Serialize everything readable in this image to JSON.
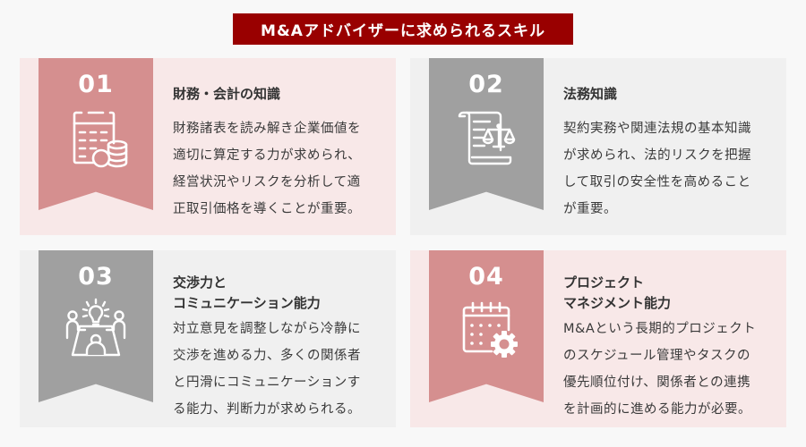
{
  "title": "M&Aアドバイザーに求められるスキル",
  "colors": {
    "title_bg": "#990000",
    "pink_card_bg": "#f8e8e8",
    "gray_card_bg": "#f0f0f0",
    "pink_banner": "#d58f8f",
    "gray_banner": "#a0a0a0"
  },
  "cards": [
    {
      "number": "01",
      "icon": "calculator-coins-icon",
      "heading": [
        "財務・会計の知識"
      ],
      "body": [
        "財務諸表を読み解き企業価値を",
        "適切に算定する力が求められ、",
        "経営状況やリスクを分析して適",
        "正取引価格を導くことが重要。"
      ]
    },
    {
      "number": "02",
      "icon": "legal-scroll-scales-icon",
      "heading": [
        "法務知識"
      ],
      "body": [
        "契約実務や関連法規の基本知識",
        "が求められ、法的リスクを把握",
        "して取引の安全性を高めること",
        "が重要。"
      ]
    },
    {
      "number": "03",
      "icon": "meeting-idea-icon",
      "heading": [
        "交渉力と",
        "コミュニケーション能力"
      ],
      "body": [
        "対立意見を調整しながら冷静に",
        "交渉を進める力、多くの関係者",
        "と円滑にコミュニケーションす",
        "る能力、判断力が求められる。"
      ]
    },
    {
      "number": "04",
      "icon": "calendar-gear-icon",
      "heading": [
        "プロジェクト",
        "マネジメント能力"
      ],
      "body": [
        "M&Aという長期的プロジェクト",
        "のスケジュール管理やタスクの",
        "優先順位付け、関係者との連携",
        "を計画的に進める能力が必要。"
      ]
    }
  ]
}
